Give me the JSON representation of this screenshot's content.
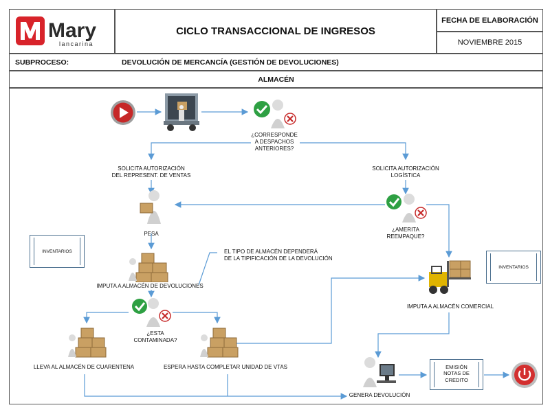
{
  "header": {
    "brand": "Mary",
    "brand_sub": "lancarina",
    "title": "CICLO TRANSACCIONAL  DE INGRESOS",
    "date_label": "FECHA DE ELABORACIÓN",
    "date_value": "NOVIEMBRE 2015"
  },
  "subprocess": {
    "label": "SUBPROCESO:",
    "value": "DEVOLUCIÓN DE MERCANCÍA (GESTIÓN DE DEVOLUCIONES)"
  },
  "area": "ALMACÉN",
  "nodes": {
    "decision_despachos": [
      "¿CORRESPONDE",
      "A DESPACHOS",
      "ANTERIORES?"
    ],
    "solicita_ventas": [
      "SOLICITA AUTORIZACIÓN",
      "DEL REPRESENT. DE VENTAS"
    ],
    "solicita_logistica": [
      "SOLICITA AUTORIZACIÓN",
      "LOGÍSTICA"
    ],
    "pesa": "PESA",
    "decision_reempaque": [
      "¿AMERITA",
      "REEMPAQUE?"
    ],
    "inventarios_left": "INVENTARIOS",
    "inventarios_right": "INVENTARIOS",
    "nota_tipo": [
      "EL TIPO DE ALMACÉN DEPENDERÁ",
      "DE LA TIPIFICACIÓN DE LA DEVOLUCIÓN"
    ],
    "imputa_devoluciones": "IMPUTA A ALMACÉN DE DEVOLUCIONES",
    "imputa_comercial": "IMPUTA A ALMACÉN COMERCIAL",
    "decision_contaminada": [
      "¿ESTA",
      "CONTAMINADA?"
    ],
    "lleva_cuarentena": "LLEVA AL ALMACÉN DE CUARENTENA",
    "espera_unidad": "ESPERA HASTA COMPLETAR UNIDAD DE VTAS",
    "genera_devolucion": "GENERA DEVOLUCIÓN",
    "emision_notas": [
      "EMISIÓN",
      "NOTAS DE",
      "CREDITO"
    ]
  },
  "colors": {
    "arrow": "#5b9bd5",
    "brand_red": "#d8232a",
    "check_green": "#2ea043",
    "x_red": "#c62828",
    "box_fill": "#c9a063",
    "box_dark": "#8d6a3a"
  }
}
